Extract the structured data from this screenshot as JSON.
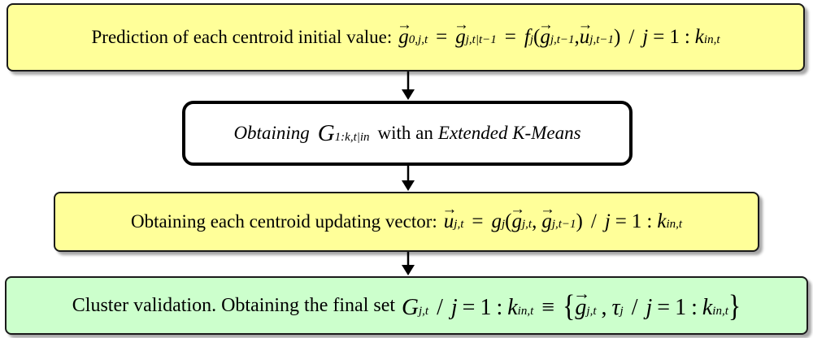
{
  "steps": [
    {
      "label": "Prediction of each centroid initial value:",
      "formula_text": "g⃗0,j,t = g⃗j,t|t−1 = fj(g⃗j,t−1, u⃗j,t−1) / j = 1 : kin,t",
      "fill": "#ffff99"
    },
    {
      "label_italic_1": "Obtaining",
      "label_mid": "with an",
      "label_italic_2": "Extended K-Means",
      "formula_text": "G1:k,t|in",
      "fill": "#ffffff"
    },
    {
      "label": "Obtaining each centroid updating vector:",
      "formula_text": "u⃗j,t = gj(g⃗j,t, g⃗j,t−1) / j = 1 : kin,t",
      "fill": "#ffff99"
    },
    {
      "label": "Cluster validation. Obtaining the final set",
      "formula_text": "Gj,t / j = 1 : kin,t ≡ {g⃗j,t, τj / j = 1 : kin,t}",
      "fill": "#ccffcc"
    }
  ],
  "colors": {
    "predict_fill": "#ffff99",
    "kmeans_fill": "#ffffff",
    "update_fill": "#ffff99",
    "validation_fill": "#ccffcc",
    "border": "#000000"
  },
  "icons": [
    "arrow-down-icon",
    "arrow-down-icon",
    "arrow-down-icon"
  ]
}
